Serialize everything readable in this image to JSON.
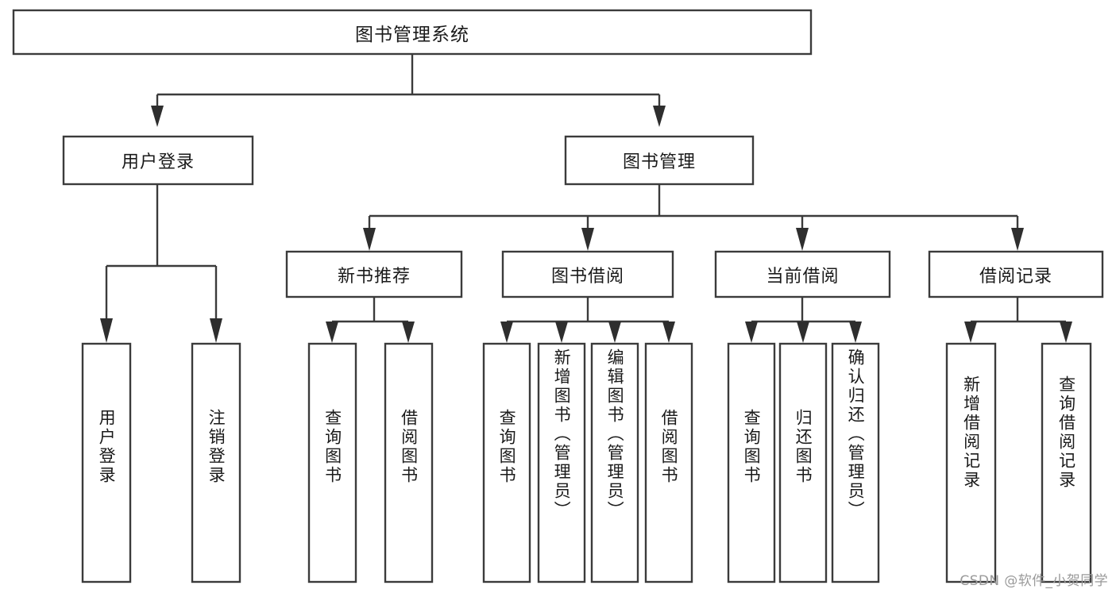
{
  "diagram": {
    "title": "图书管理系统",
    "type": "tree-hierarchy-diagram",
    "watermark": "CSDN @软件_小贺同学",
    "colors": {
      "background": "#ffffff",
      "box_stroke": "#3b3b3b",
      "box_fill": "#ffffff",
      "text": "#1a1a1a",
      "connector": "#3b3b3b",
      "watermark": "#9a9a9a"
    },
    "root": {
      "label": "图书管理系统"
    },
    "level2": [
      {
        "label": "用户登录"
      },
      {
        "label": "图书管理"
      }
    ],
    "level3": [
      {
        "label": "新书推荐"
      },
      {
        "label": "图书借阅"
      },
      {
        "label": "当前借阅"
      },
      {
        "label": "借阅记录"
      }
    ],
    "leaves": {
      "user_login": [
        {
          "label": "用户登录"
        },
        {
          "label": "注销登录"
        }
      ],
      "new_book_recommend": [
        {
          "label": "查询图书"
        },
        {
          "label": "借阅图书"
        }
      ],
      "book_borrow": [
        {
          "label": "查询图书"
        },
        {
          "label": "新增图书（管理员）"
        },
        {
          "label": "编辑图书（管理员）"
        },
        {
          "label": "借阅图书"
        }
      ],
      "current_borrow": [
        {
          "label": "查询图书"
        },
        {
          "label": "归还图书"
        },
        {
          "label": "确认归还（管理员）"
        }
      ],
      "borrow_record": [
        {
          "label": "新增借阅记录"
        },
        {
          "label": "查询借阅记录"
        }
      ]
    }
  }
}
